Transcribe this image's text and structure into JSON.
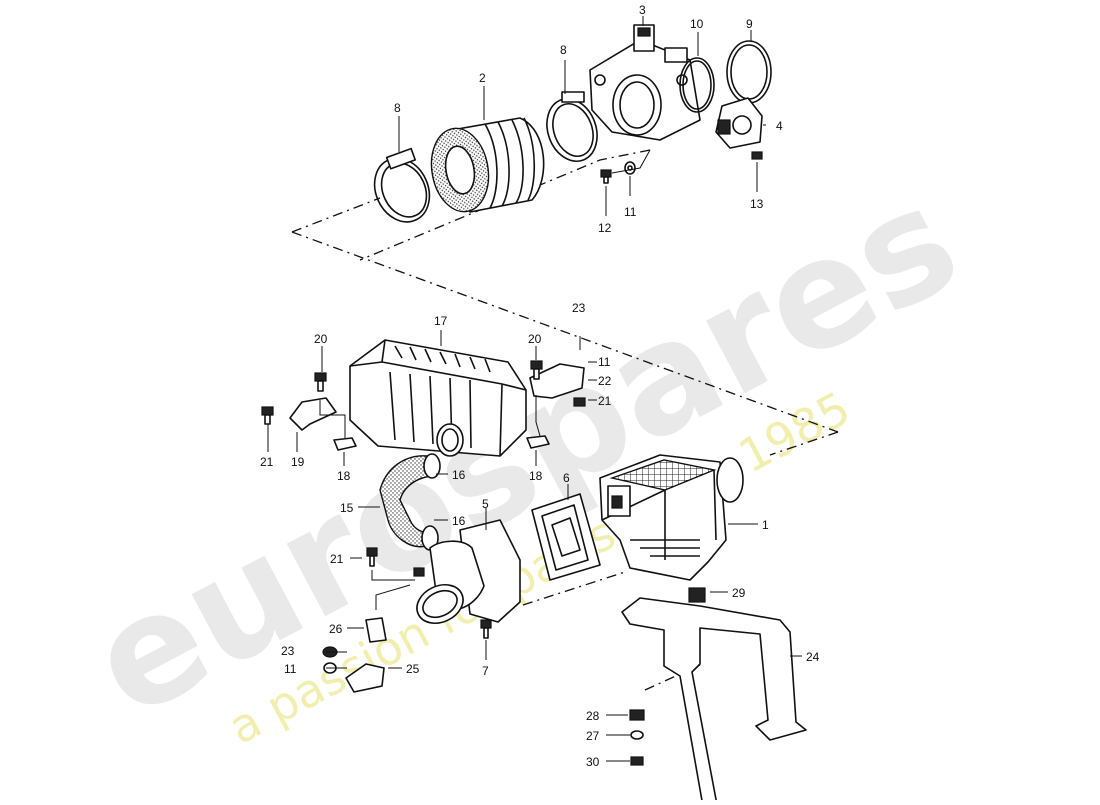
{
  "watermark": {
    "brand": "eurospares",
    "tagline": "a passion for parts since 1985"
  },
  "callouts": {
    "p1": "1",
    "p2": "2",
    "p3": "3",
    "p4": "4",
    "p5": "5",
    "p6": "6",
    "p7": "7",
    "p8a": "8",
    "p8b": "8",
    "p9": "9",
    "p10": "10",
    "p11a": "11",
    "p11b": "11",
    "p11c": "11",
    "p12": "12",
    "p13": "13",
    "p15": "15",
    "p16a": "16",
    "p16b": "16",
    "p17": "17",
    "p18a": "18",
    "p18b": "18",
    "p19": "19",
    "p20a": "20",
    "p20b": "20",
    "p21a": "21",
    "p21b": "21",
    "p21c": "21",
    "p22": "22",
    "p23a": "23",
    "p23b": "23",
    "p24": "24",
    "p25": "25",
    "p26": "26",
    "p27": "27",
    "p28": "28",
    "p29": "29",
    "p30": "30"
  }
}
